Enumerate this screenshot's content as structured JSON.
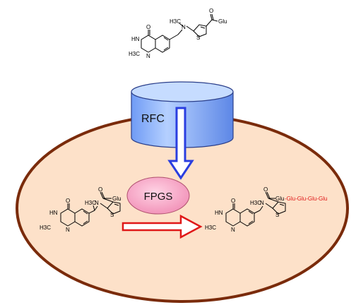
{
  "transporter": {
    "label": "RFC"
  },
  "enzyme": {
    "label": "FPGS"
  },
  "molecule": {
    "glu": "Glu",
    "carbonyl": "O",
    "nh": "HN",
    "methyl": "H3C",
    "n_methyl": "H3C",
    "amine_n": "N",
    "ring_n": "N",
    "sulfur": "S",
    "quinaz_o": "O"
  },
  "product": {
    "polyglutamate": "-Glu-Glu-Glu-Glu"
  },
  "colors": {
    "cell_fill": "#fde1c9",
    "cell_border": "#7a2b0b",
    "cylinder_fill": "#8fb6ff",
    "cylinder_top": "#b9d2ff",
    "enzyme_fill": "#f7a3c4",
    "arrow_blue": "#2a3ee0",
    "arrow_red": "#e01818",
    "poly_glu": "#e01818"
  }
}
